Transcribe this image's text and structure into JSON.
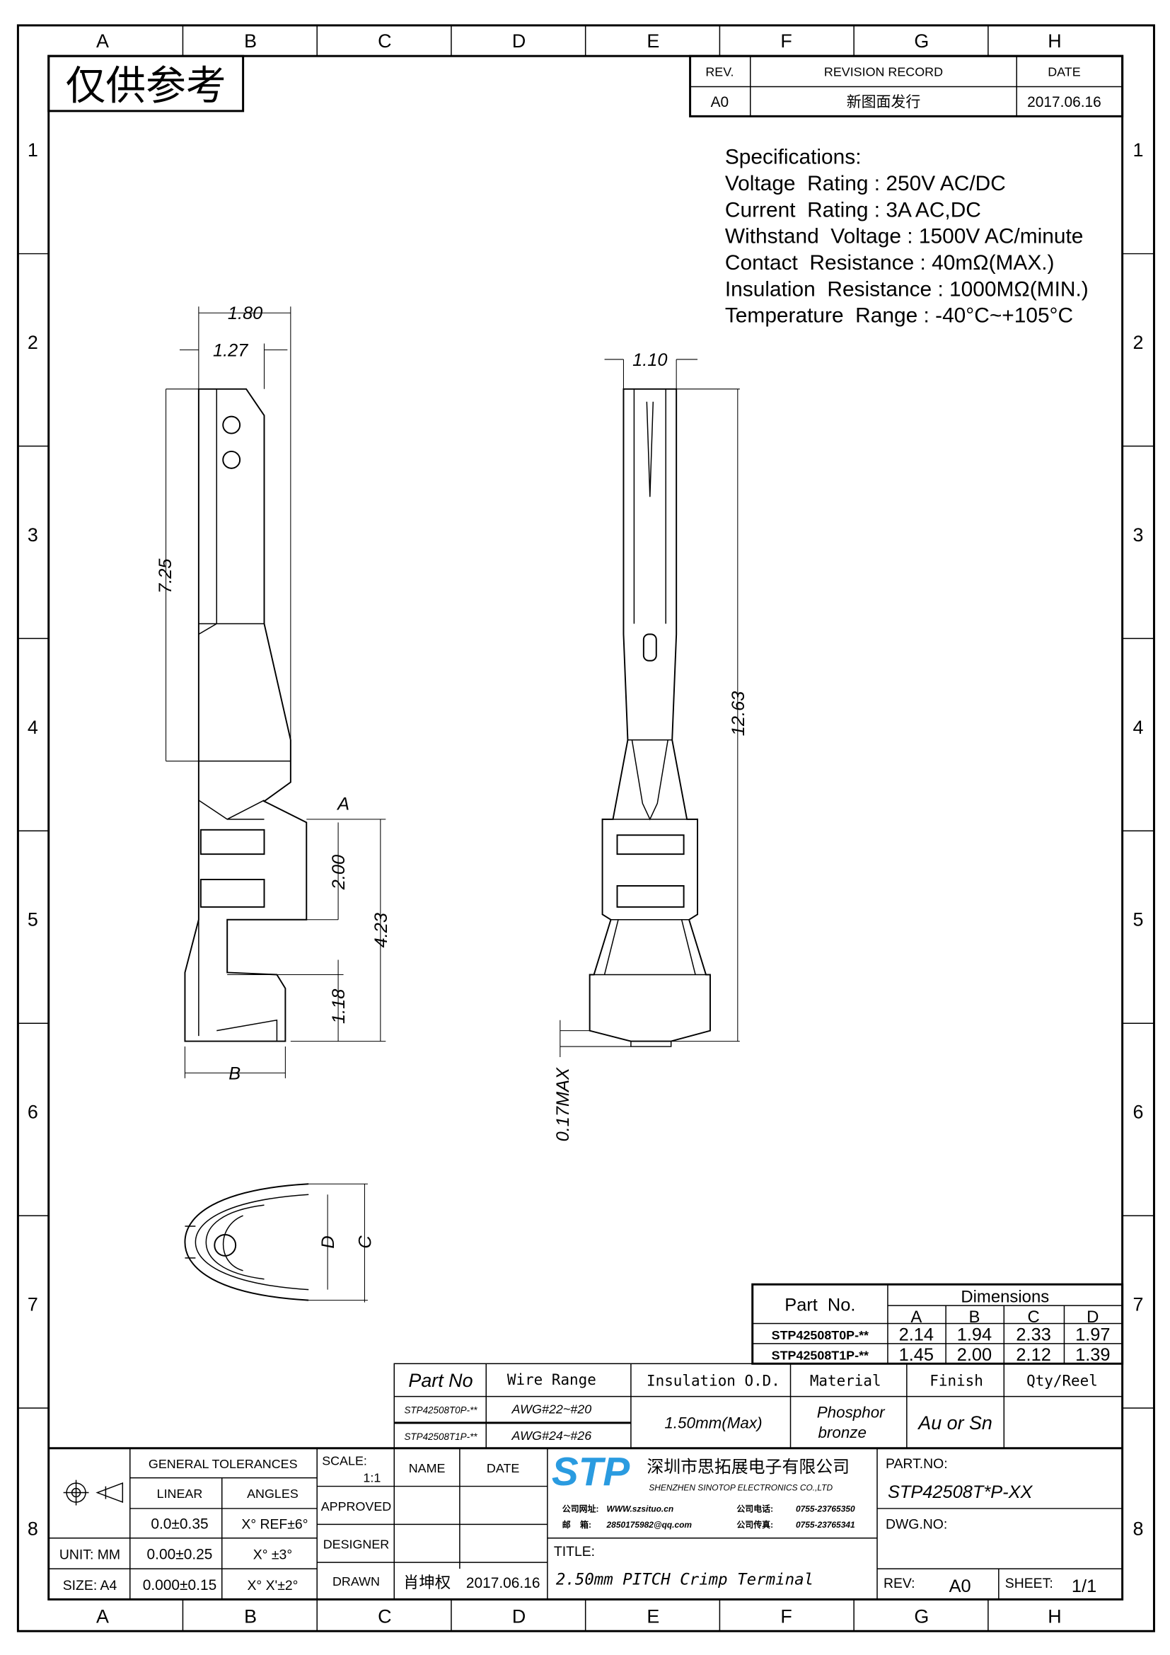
{
  "frame": {
    "columns": [
      "A",
      "B",
      "C",
      "D",
      "E",
      "F",
      "G",
      "H"
    ],
    "rows": [
      "1",
      "2",
      "3",
      "4",
      "5",
      "6",
      "7",
      "8"
    ]
  },
  "stamp": "仅供参考",
  "revision": {
    "headers": {
      "rev": "REV.",
      "record": "REVISION RECORD",
      "date": "DATE"
    },
    "entry": {
      "rev": "A0",
      "record": "新图面发行",
      "date": "2017.06.16"
    }
  },
  "specifications": {
    "title": "Specifications:",
    "lines": [
      "Voltage  Rating : 250V AC/DC",
      "Current  Rating : 3A AC,DC",
      "Withstand  Voltage : 1500V AC/minute",
      "Contact  Resistance : 40mΩ(MAX.)",
      "Insulation  Resistance : 1000MΩ(MIN.)",
      "Temperature  Range : -40°C~+105°C"
    ]
  },
  "dimensions_labels": {
    "d180": "1.80",
    "d127": "1.27",
    "d725": "7.25",
    "a": "A",
    "d200": "2.00",
    "d423": "4.23",
    "d118": "1.18",
    "b": "B",
    "d110": "1.10",
    "d1263": "12.63",
    "d017": "0.17MAX",
    "d": "D",
    "c": "C"
  },
  "dimension_table": {
    "part_header": "Part  No.",
    "group_header": "Dimensions",
    "columns": [
      "A",
      "B",
      "C",
      "D"
    ],
    "rows": [
      {
        "part": "STP42508T0P-**",
        "values": [
          "2.14",
          "1.94",
          "2.33",
          "1.97"
        ]
      },
      {
        "part": "STP42508T1P-**",
        "values": [
          "1.45",
          "2.00",
          "2.12",
          "1.39"
        ]
      }
    ]
  },
  "wire_table": {
    "headers": [
      "Part No",
      "Wire Range",
      "Insulation O.D.",
      "Material",
      "Finish",
      "Qty/Reel"
    ],
    "rows": [
      {
        "part": "STP42508T0P-**",
        "wire": "AWG#22~#20"
      },
      {
        "part": "STP42508T1P-**",
        "wire": "AWG#24~#26"
      }
    ],
    "insulation": "1.50mm(Max)",
    "material": [
      "Phosphor",
      "bronze"
    ],
    "finish": "Au or Sn",
    "qty": ""
  },
  "title_block": {
    "general_tolerances": "GENERAL TOLERANCES",
    "linear": "LINEAR",
    "angles": "ANGLES",
    "tol_rows": [
      {
        "label": "",
        "linear": "0.0±0.35",
        "angle": "X° REF±6°"
      },
      {
        "label": "UNIT: MM",
        "linear": "0.00±0.25",
        "angle": "X° ±3°"
      },
      {
        "label": "SIZE: A4",
        "linear": "0.000±0.15",
        "angle": "X° X'±2°"
      }
    ],
    "scale_label": "SCALE:",
    "scale_value": "1:1",
    "name_header": "NAME",
    "date_header": "DATE",
    "approved": "APPROVED",
    "designer": "DESIGNER",
    "drawn": "DRAWN",
    "drawn_name": "肖坤权",
    "drawn_date": "2017.06.16",
    "company_logo": "STP",
    "company_cn": "深圳市思拓展电子有限公司",
    "company_en": "SHENZHEN SINOTOP ELECTRONICS CO.,LTD",
    "web_label": "公司网址:",
    "web": "WWW.szsituo.cn",
    "tel_label": "公司电话:",
    "tel": "0755-23765350",
    "mail_label": "邮    箱:",
    "mail": "2850175982@qq.com",
    "fax_label": "公司传真:",
    "fax": "0755-23765341",
    "title_label": "TITLE:",
    "title": "2.50mm PITCH Crimp Terminal",
    "part_no_label": "PART.NO:",
    "part_no": "STP42508T*P-XX",
    "dwg_no_label": "DWG.NO:",
    "rev_label": "REV:",
    "rev": "A0",
    "sheet_label": "SHEET:",
    "sheet": "1/1"
  },
  "colors": {
    "logo_blue": "#2a9be0"
  }
}
